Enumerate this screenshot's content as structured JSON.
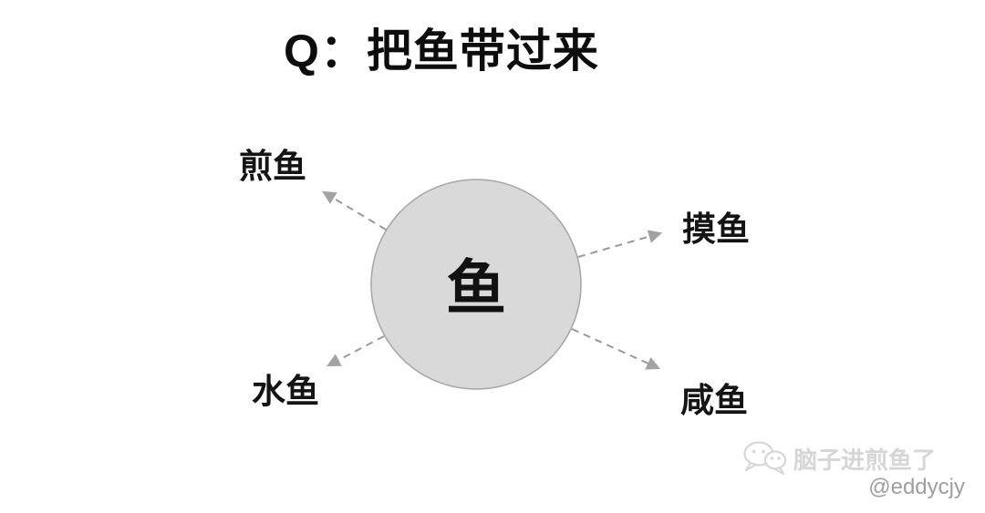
{
  "title": "Q：把鱼带过来",
  "diagram": {
    "center_label": "鱼",
    "branches": [
      {
        "label": "煎鱼",
        "position": "top-left"
      },
      {
        "label": "摸鱼",
        "position": "top-right"
      },
      {
        "label": "水鱼",
        "position": "bottom-left"
      },
      {
        "label": "咸鱼",
        "position": "bottom-right"
      }
    ],
    "colors": {
      "circle_fill": "#d9d9d9",
      "circle_stroke": "#a6a6a6",
      "arrow": "#999999",
      "arrowhead": "#a3a3a3"
    }
  },
  "watermark": {
    "icon": "wechat-icon",
    "name": "脑子进煎鱼了",
    "handle": "@eddycjy"
  }
}
